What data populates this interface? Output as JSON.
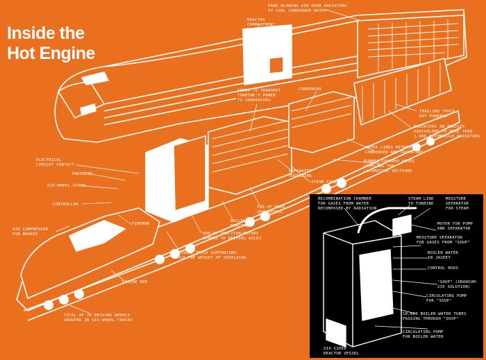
{
  "title_line1": "Inside the",
  "title_line2": "Hot Engine",
  "colors": {
    "background": "#e8701f",
    "ink": "#ffffff",
    "inset_background": "#000000"
  },
  "labels": {
    "fans": "FANS BLOWING AIR OVER RADIATORS\nTO COOL CONDENSER WATER",
    "reactor_compartment": "REACTOR\nCOMPARTMENT",
    "gears": "GEARS TO TRANSMIT\nTURBINE'S POWER\nTO GENERATORS",
    "condenser": "CONDENSER",
    "trailing_truck": "TRAILING TRUCK,\nNOT POWERED",
    "radiators": "RADIATORS IN TRAILER\nEQUIVALENT TO MORE THAN\n1,000 AUTOMOBILE RADIATORS",
    "water_lines": "WATER LINES BETWEEN\nCONDENSER AND RADIATORS",
    "rubber_hoses": "RUBBER-COVERED HOSES\nCOUPLING THE\nLOCOMOTIVE SECTIONS",
    "steam_turbine": "STEAM TURBINE",
    "electrical_contact": "ELECTRICAL\nCIRCUIT CONTACT",
    "engineer": "ENGINEER",
    "six_wheel_stand": "SIX-WHEEL STAND",
    "controller": "CONTROLLER",
    "fireman": "FIREMAN",
    "laminated_shielding": "LAMINATED\nSHIELDING",
    "two_generators": "TWO OF FOUR\nGENERATORS",
    "nuclear_reactor": "NUCLEAR\nREACTOR",
    "air_compressor": "AIR COMPRESSOR\nFOR BRAKES",
    "traction_motors": "800-HP TRACTION MOTORS\nGEARED TO DRIVING AXLES",
    "bridge_truck": "BRIDGE TRUCK SUPPORTING\nOLD THE WEIGHT OF SHIELDING",
    "engine_bed": "ENGINE BED",
    "driving_wheels": "TOTAL OF 24 DRIVING WHEELS\nGROUPED IN SIX-WHEEL TRUCKS",
    "recombination": "RECOMBINATION CHAMBER\nFOR GASES FROM WATER\nDECOMPOSED BY RADIATION",
    "steam_line": "STEAM LINE\nTO TURBINE",
    "moisture_separator_steam": "MOISTURE\nSEPARATOR\nFOR STEAM",
    "motor_pump": "MOTOR FOR PUMP\nAND SEPARATOR",
    "moisture_separator_gases": "MOISTURE SEPARATOR\nFOR GASES FROM \"SOUP\"",
    "boiler_water_jacket": "BOILER WATER\nIN JACKET",
    "control_rods": "CONTROL RODS",
    "soup": "\"SOUP\" (URANIUM-\n235 SOLUTION)",
    "circulating_soup": "CIRCULATING PUMP\nFOR \"SOUP\"",
    "boiler_tubes": "10,000 BOILER-WATER TUBES\nPASSING THROUGH \"SOUP\"",
    "circulating_boiler": "CIRCULATING PUMP\nFOR BOILER WATER",
    "six_sided_vessel": "SIX-SIDED\nREACTOR VESSEL"
  }
}
